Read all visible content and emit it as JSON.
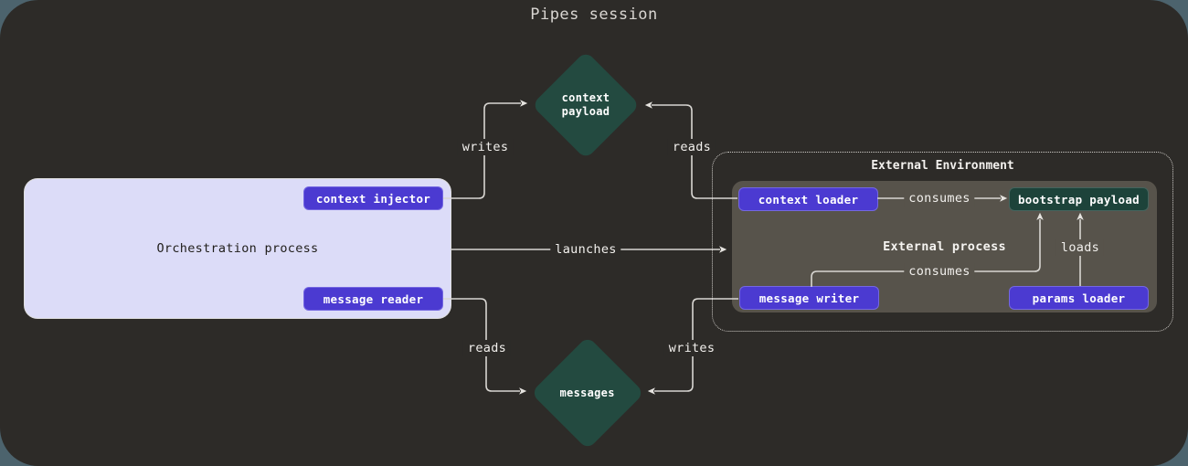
{
  "title": "Pipes session",
  "colors": {
    "page_bg": "#4c636d",
    "canvas_bg": "#2d2b28",
    "accent_purple": "#4b3ad1",
    "diamond_green": "#234a40",
    "payload_green": "#1d433a",
    "process_gray": "#57534b",
    "orchestration_lavender": "#dcdcf8",
    "line": "#d8d6d2"
  },
  "orchestration": {
    "label": "Orchestration process",
    "context_injector_label": "context injector",
    "message_reader_label": "message reader"
  },
  "external": {
    "environment_label": "External Environment",
    "process_label": "External process",
    "context_loader_label": "context loader",
    "bootstrap_payload_label": "bootstrap payload",
    "message_writer_label": "message writer",
    "params_loader_label": "params loader"
  },
  "data_nodes": {
    "context_payload_label": "context payload",
    "messages_label": "messages"
  },
  "edges": {
    "writes_context": "writes",
    "reads_context": "reads",
    "launches": "launches",
    "reads_messages": "reads",
    "writes_messages": "writes",
    "consumes_context": "consumes",
    "consumes_messages": "consumes",
    "loads": "loads"
  }
}
